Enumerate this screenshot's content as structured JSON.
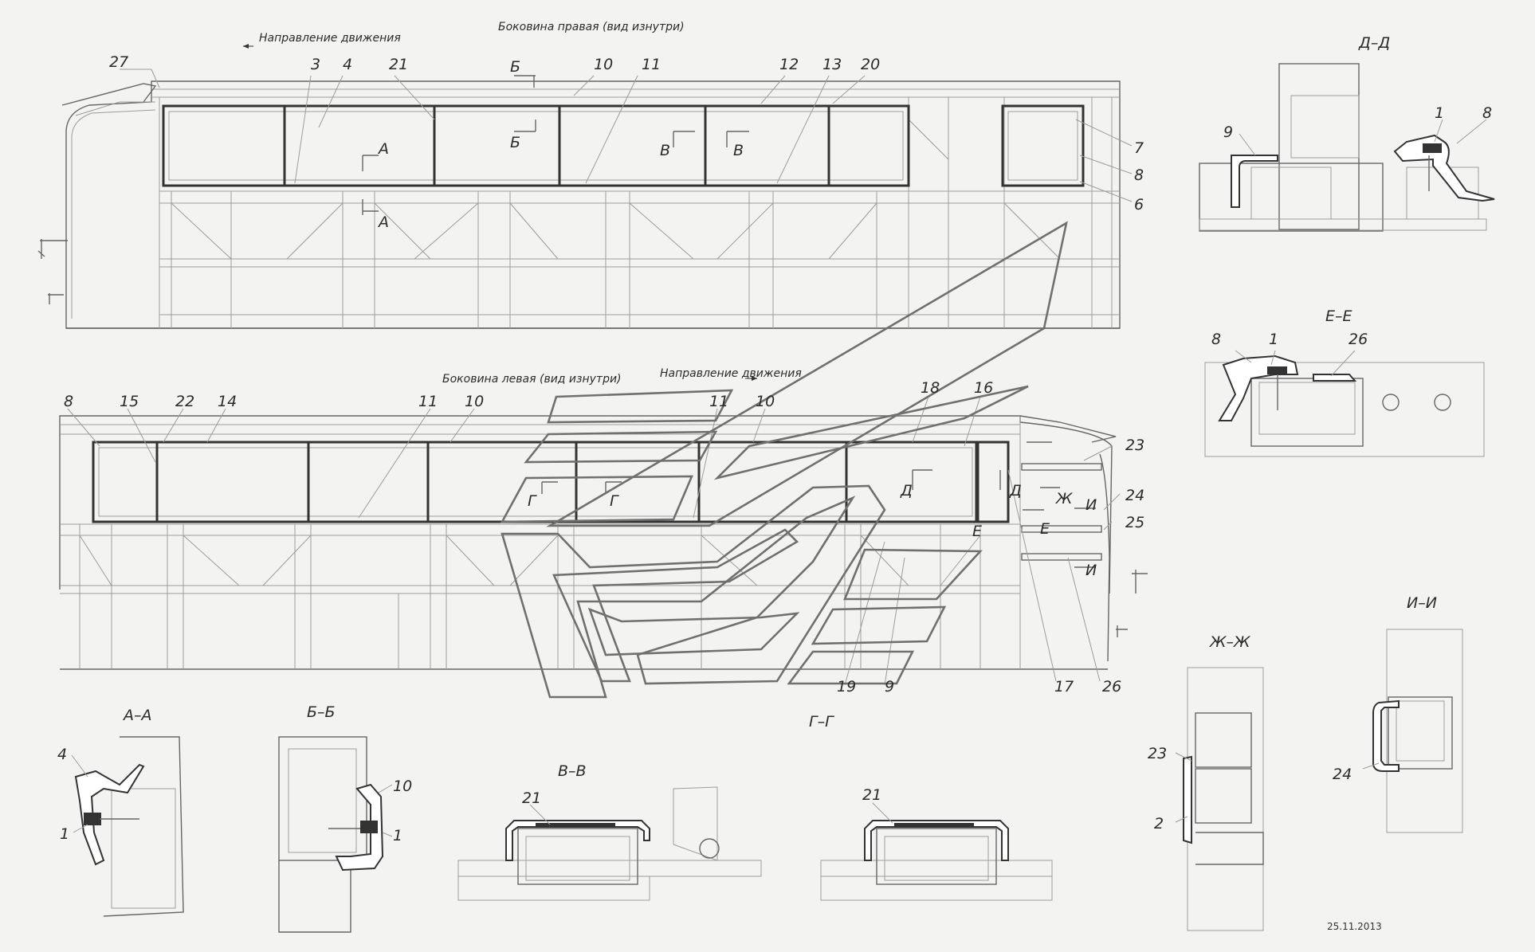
{
  "captions": {
    "direction_top": "Направление движения",
    "right_side": "Боковина правая (вид изнутри)",
    "left_side": "Боковина левая (вид изнутри)",
    "direction_bottom": "Направление движения"
  },
  "top_callouts": [
    "27",
    "3",
    "4",
    "21",
    "10",
    "11",
    "12",
    "13",
    "20",
    "7",
    "8",
    "6"
  ],
  "top_section_marks": [
    "Б",
    "Б",
    "А",
    "А",
    "В",
    "В"
  ],
  "bottom_callouts": [
    "8",
    "15",
    "22",
    "14",
    "11",
    "10",
    "11",
    "10",
    "18",
    "16",
    "23",
    "24",
    "25",
    "26",
    "17",
    "9",
    "19"
  ],
  "bottom_section_marks": [
    "Г",
    "Г",
    "Д",
    "Д",
    "Ж",
    "И",
    "И",
    "Е",
    "Е"
  ],
  "sections": {
    "dd": {
      "title": "Д–Д",
      "callouts": [
        "9",
        "1",
        "8"
      ]
    },
    "ee": {
      "title": "Е–Е",
      "callouts": [
        "8",
        "1",
        "26"
      ]
    },
    "aa": {
      "title": "А–А",
      "callouts": [
        "4",
        "1"
      ]
    },
    "bb": {
      "title": "Б–Б",
      "callouts": [
        "10",
        "1"
      ]
    },
    "vv": {
      "title": "В–В",
      "callouts": [
        "21"
      ]
    },
    "gg": {
      "title": "Г–Г",
      "callouts": [
        "21"
      ]
    },
    "zhzh": {
      "title": "Ж–Ж",
      "callouts": [
        "23",
        "2"
      ]
    },
    "ii": {
      "title": "И–И",
      "callouts": [
        "24"
      ]
    }
  },
  "date": "25.11.2013",
  "colors": {
    "paper": "#f3f3f1",
    "ink": "#333333",
    "watermark": "#707070"
  }
}
